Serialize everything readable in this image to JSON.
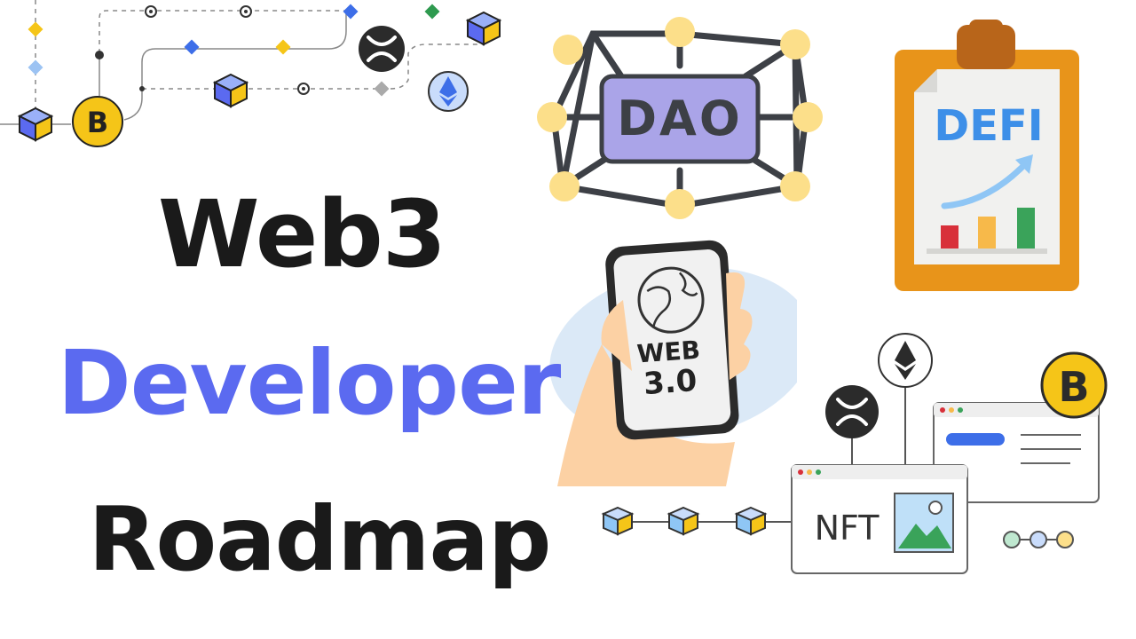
{
  "title": {
    "line1": "Web3",
    "line2": "Developer",
    "line3": "Roadmap"
  },
  "illustrations": {
    "dao_label": "DAO",
    "defi_label": "DEFI",
    "phone_label_line1": "WEB",
    "phone_label_line2": "3.0",
    "nft_label": "NFT",
    "bitcoin_symbol": "B"
  },
  "colors": {
    "title_dark": "#1a1a1a",
    "title_accent": "#5b6af0",
    "dao_box": "#aaa4e8",
    "node_yellow": "#fcdf8a",
    "clipboard_orange": "#e8941a",
    "defi_blue": "#3d8fe8",
    "bitcoin_gold": "#f5c518"
  },
  "icons": [
    "bitcoin-icon",
    "ethereum-icon",
    "xrp-icon",
    "globe-icon",
    "mountain-image-icon",
    "cube-icon"
  ]
}
